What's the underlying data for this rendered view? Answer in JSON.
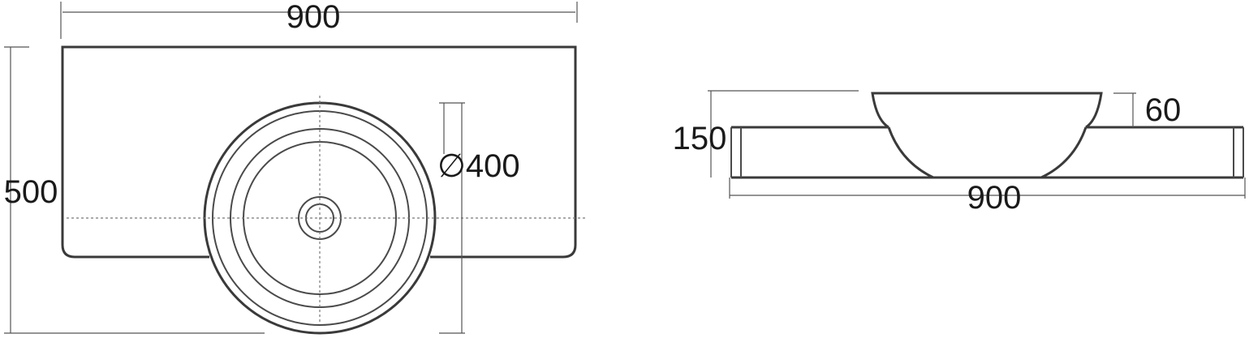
{
  "plan_view": {
    "width_label": "900",
    "depth_label": "500",
    "bowl_diameter_label": "∅400"
  },
  "side_view": {
    "height_label": "150",
    "bowl_rise_label": "60",
    "width_label": "900"
  },
  "colors": {
    "line": "#3a3a3a",
    "text": "#1a1a1a",
    "background": "#ffffff"
  }
}
